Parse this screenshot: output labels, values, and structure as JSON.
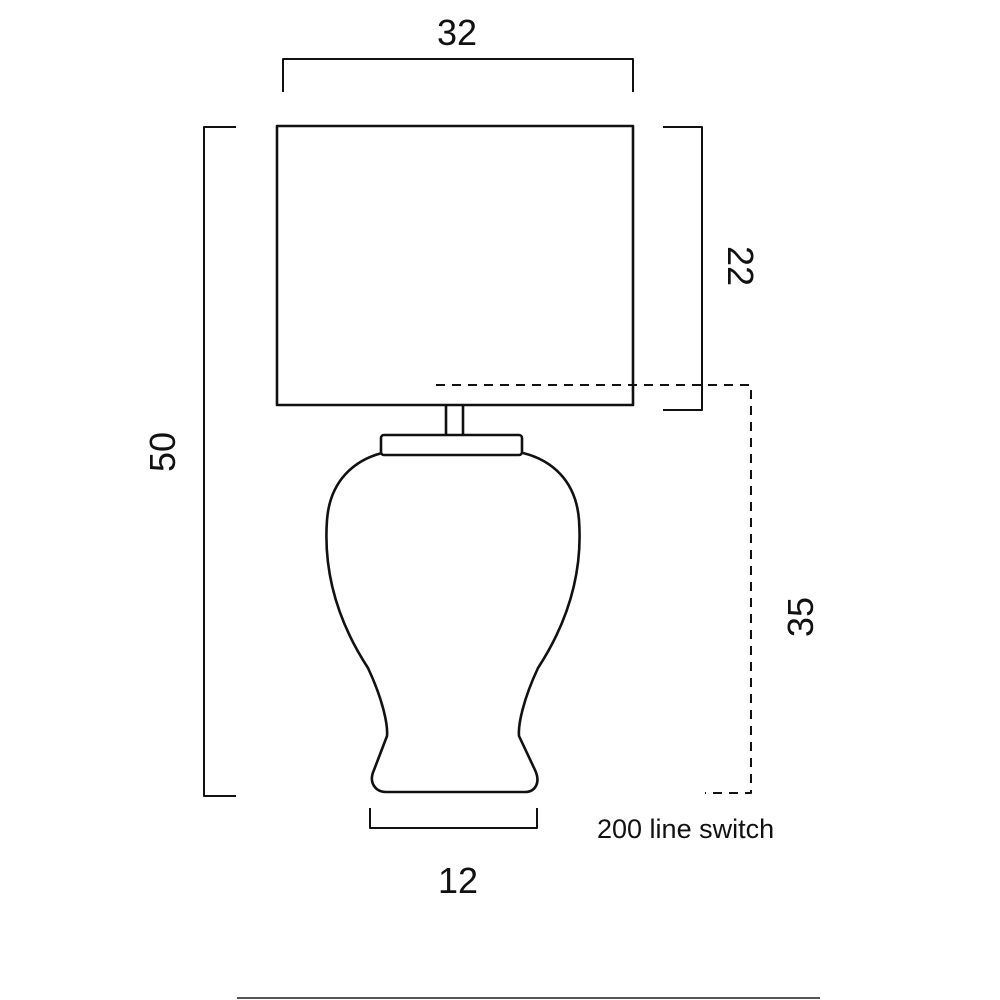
{
  "diagram": {
    "subject": "table lamp dimension drawing",
    "dimensions": {
      "shade_width": "32",
      "shade_height": "22",
      "overall_height": "50",
      "switch_height": "35",
      "base_width": "12"
    },
    "notes": {
      "switch_note": "200 line switch"
    },
    "colors": {
      "line": "#111111",
      "background": "#ffffff",
      "footer_rule": "#555555"
    }
  }
}
